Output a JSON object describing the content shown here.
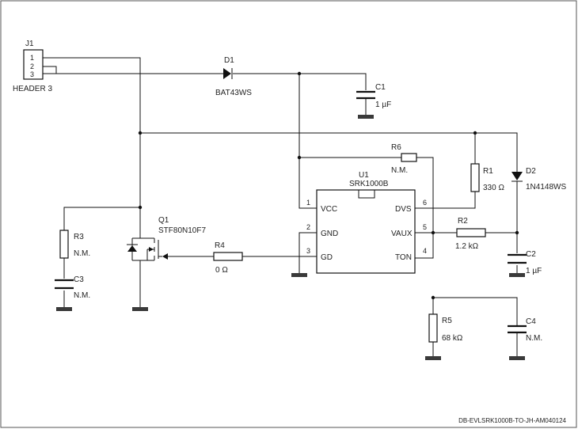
{
  "components": {
    "j1": {
      "ref": "J1",
      "name": "HEADER 3",
      "pins": [
        "1",
        "2",
        "3"
      ]
    },
    "d1": {
      "ref": "D1",
      "value": "BAT43WS"
    },
    "c1": {
      "ref": "C1",
      "value": "1 µF"
    },
    "r6": {
      "ref": "R6",
      "value": "N.M."
    },
    "u1": {
      "ref": "U1",
      "part": "SRK1000B",
      "pins_left": [
        {
          "num": "1",
          "name": "VCC"
        },
        {
          "num": "2",
          "name": "GND"
        },
        {
          "num": "3",
          "name": "GD"
        }
      ],
      "pins_right": [
        {
          "num": "6",
          "name": "DVS"
        },
        {
          "num": "5",
          "name": "VAUX"
        },
        {
          "num": "4",
          "name": "TON"
        }
      ]
    },
    "r1": {
      "ref": "R1",
      "value": "330 Ω"
    },
    "d2": {
      "ref": "D2",
      "value": "1N4148WS"
    },
    "r2": {
      "ref": "R2",
      "value": "1.2 kΩ"
    },
    "c2": {
      "ref": "C2",
      "value": "1 µF"
    },
    "q1": {
      "ref": "Q1",
      "value": "STF80N10F7"
    },
    "r3": {
      "ref": "R3",
      "value": "N.M."
    },
    "c3": {
      "ref": "C3",
      "value": "N.M."
    },
    "r4": {
      "ref": "R4",
      "value": "0 Ω"
    },
    "r5": {
      "ref": "R5",
      "value": "68 kΩ"
    },
    "c4": {
      "ref": "C4",
      "value": "N.M."
    }
  },
  "footer": {
    "code": "DB-EVLSRK1000B-TO-JH-AM040124"
  }
}
